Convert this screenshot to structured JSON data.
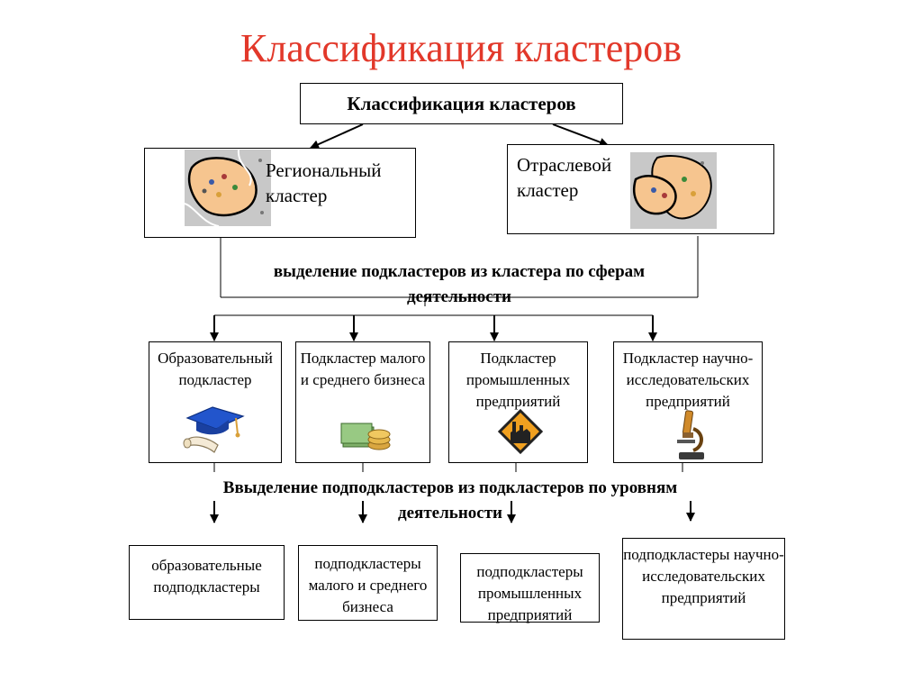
{
  "slide": {
    "title": "Классификация кластеров"
  },
  "diagram": {
    "root": "Классификация кластеров",
    "types": [
      {
        "label": "Региональный кластер"
      },
      {
        "label": "Отраслевой кластер"
      }
    ],
    "note_level1": "выделение подкластеров из кластера по сферам деятельности",
    "subclusters": [
      {
        "label": "Образовательный подкластер",
        "icon": "graduation-cap-icon"
      },
      {
        "label": "Подкластер малого и среднего бизнеса",
        "icon": "money-stack-icon"
      },
      {
        "label": "Подкластер промышленных предприятий",
        "icon": "factory-sign-icon"
      },
      {
        "label": "Подкластер научно-исследовательских предприятий",
        "icon": "microscope-icon"
      }
    ],
    "note_level2": "Ввыделение подподкластеров из подкластеров по уровням деятельности",
    "subsubclusters": [
      {
        "label": "образовательные подподкластеры"
      },
      {
        "label": "подподкластеры малого и среднего бизнеса"
      },
      {
        "label": "подподкластеры промышленных предприятий"
      },
      {
        "label": "подподкластеры научно-исследовательских предприятий"
      }
    ]
  }
}
